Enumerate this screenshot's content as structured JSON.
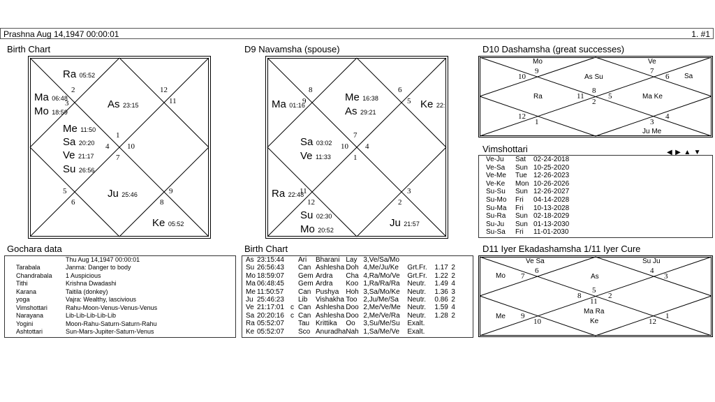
{
  "header": {
    "title": "Prashna   Aug 14,1947 00:00:01",
    "page": "1. #1"
  },
  "birth_chart": {
    "title": "Birth Chart",
    "planets": [
      {
        "name": "Ra",
        "deg": "05:52"
      },
      {
        "name": "Ma",
        "deg": "06:48"
      },
      {
        "name": "Mo",
        "deg": "18:59"
      },
      {
        "name": "As",
        "deg": "23:15"
      },
      {
        "name": "Me",
        "deg": "11:50"
      },
      {
        "name": "Sa",
        "deg": "20:20"
      },
      {
        "name": "Ve",
        "deg": "21:17"
      },
      {
        "name": "Su",
        "deg": "26:56"
      },
      {
        "name": "Ju",
        "deg": "25:46"
      },
      {
        "name": "Ke",
        "deg": "05:52"
      }
    ],
    "houses": [
      "2",
      "3",
      "12",
      "11",
      "1",
      "4",
      "10",
      "7",
      "5",
      "6",
      "9",
      "8"
    ]
  },
  "navamsha": {
    "title": "D9 Navamsha  (spouse)",
    "planets": [
      {
        "name": "Ma",
        "deg": "01:16"
      },
      {
        "name": "Me",
        "deg": "16:38"
      },
      {
        "name": "As",
        "deg": "29:21"
      },
      {
        "name": "Ke",
        "deg": "22:"
      },
      {
        "name": "Sa",
        "deg": "03:02"
      },
      {
        "name": "Ve",
        "deg": "11:33"
      },
      {
        "name": "Ra",
        "deg": "22:48"
      },
      {
        "name": "Su",
        "deg": "02:30"
      },
      {
        "name": "Mo",
        "deg": "20:52"
      },
      {
        "name": "Ju",
        "deg": "21:57"
      }
    ],
    "houses": [
      "8",
      "9",
      "6",
      "5",
      "7",
      "10",
      "4",
      "1",
      "11",
      "12",
      "3",
      "2"
    ]
  },
  "d10": {
    "title": "D10 Dashamsha  (great successes)",
    "labels": [
      "Mo",
      "Ve",
      "As Su",
      "Sa",
      "Ra",
      "Ma Ke",
      "Ju Me"
    ],
    "houses": [
      "10",
      "9",
      "7",
      "6",
      "11",
      "8",
      "5",
      "2",
      "12",
      "1",
      "4",
      "3"
    ]
  },
  "vimshottari": {
    "title": "Vimshottari",
    "nav": [
      "◀",
      "▶",
      "▲",
      "▼"
    ],
    "rows": [
      [
        "Ve-Ju",
        "Sat",
        "02-24-2018"
      ],
      [
        "Ve-Sa",
        "Sun",
        "10-25-2020"
      ],
      [
        "Ve-Me",
        "Tue",
        "12-26-2023"
      ],
      [
        "Ve-Ke",
        "Mon",
        "10-26-2026"
      ],
      [
        "Su-Su",
        "Sun",
        "12-26-2027"
      ],
      [
        "Su-Mo",
        "Fri",
        "04-14-2028"
      ],
      [
        "Su-Ma",
        "Fri",
        "10-13-2028"
      ],
      [
        "Su-Ra",
        "Sun",
        "02-18-2029"
      ],
      [
        "Su-Ju",
        "Sun",
        "01-13-2030"
      ],
      [
        "Su-Sa",
        "Fri",
        "11-01-2030"
      ]
    ]
  },
  "gochara": {
    "title": "Gochara data",
    "date": "Thu Aug 14,1947  00:00:01",
    "rows": [
      [
        "Tarabala",
        "Janma: Danger to body"
      ],
      [
        "Chandrabala",
        "1 Auspicious"
      ],
      [
        "Tithi",
        "Krishna Dwadashi"
      ],
      [
        "Karana",
        "Taitila (donkey)"
      ],
      [
        "yoga",
        "Vajra: Wealthy, lascivious"
      ],
      [
        "Vimshottari",
        "Rahu-Moon-Venus-Venus-Venus"
      ],
      [
        "Narayana",
        "Lib-Lib-Lib-Lib-Lib"
      ],
      [
        "Yogini",
        "Moon-Rahu-Saturn-Saturn-Rahu"
      ],
      [
        "Ashtottari",
        "Sun-Mars-Jupiter-Saturn-Venus"
      ]
    ]
  },
  "birth_table": {
    "title": "Birth Chart",
    "rows": [
      [
        "As",
        "23:15:44",
        "",
        "Ari",
        "Bharani",
        "Lay",
        "3,Ve/Sa/Mo",
        "",
        "",
        ""
      ],
      [
        "Su",
        "26:56:43",
        "",
        "Can",
        "Ashlesha",
        "Doh",
        "4,Me/Ju/Ke",
        "Grt.Fr.",
        "1.17",
        "2"
      ],
      [
        "Mo",
        "18:59:07",
        "",
        "Gem",
        "Ardra",
        "Cha",
        "4,Ra/Mo/Ve",
        "Grt.Fr.",
        "1.22",
        "2"
      ],
      [
        "Ma",
        "06:48:45",
        "",
        "Gem",
        "Ardra",
        "Koo",
        "1,Ra/Ra/Ra",
        "Neutr.",
        "1.49",
        "4"
      ],
      [
        "Me",
        "11:50:57",
        "",
        "Can",
        "Pushya",
        "Hoh",
        "3,Sa/Mo/Ke",
        "Neutr.",
        "1.36",
        "3"
      ],
      [
        "Ju",
        "25:46:23",
        "",
        "Lib",
        "Vishakha",
        "Too",
        "2,Ju/Me/Sa",
        "Neutr.",
        "0.86",
        "2"
      ],
      [
        "Ve",
        "21:17:01",
        "c",
        "Can",
        "Ashlesha",
        "Doo",
        "2,Me/Ve/Me",
        "Neutr.",
        "1.59",
        "4"
      ],
      [
        "Sa",
        "20:20:16",
        "c",
        "Can",
        "Ashlesha",
        "Doo",
        "2,Me/Ve/Ra",
        "Neutr.",
        "1.28",
        "2"
      ],
      [
        "Ra",
        "05:52:07",
        "",
        "Tau",
        "Krittika",
        "Oo",
        "3,Su/Me/Su",
        "Exalt.",
        "",
        ""
      ],
      [
        "Ke",
        "05:52:07",
        "",
        "Sco",
        "Anuradha",
        "Nah",
        "1,Sa/Me/Ve",
        "Exalt.",
        "",
        ""
      ]
    ]
  },
  "d11": {
    "title": "D11 Iyer Ekadashamsha 1/11 Iyer  Cure",
    "labels": [
      "Ve Sa",
      "Su Ju",
      "Mo",
      "As",
      "Me",
      "Ma Ra",
      "Ke"
    ],
    "houses": [
      "7",
      "6",
      "4",
      "3",
      "8",
      "5",
      "2",
      "11",
      "9",
      "10",
      "12",
      "1"
    ]
  }
}
